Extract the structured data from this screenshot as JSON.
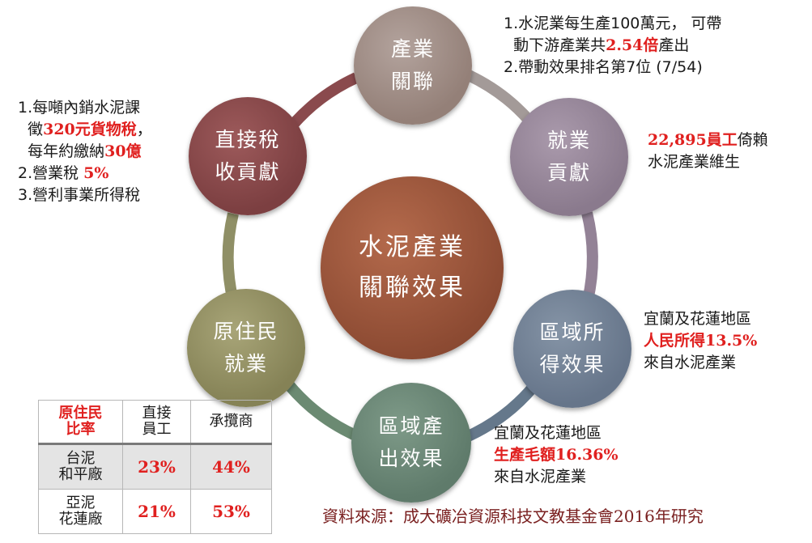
{
  "center": {
    "line1": "水泥產業",
    "line2": "關聯效果"
  },
  "nodes": {
    "assoc": {
      "line1": "產業",
      "line2": "關聯",
      "color": "#948078"
    },
    "job": {
      "line1": "就業",
      "line2": "貢獻",
      "color": "#8a7a8d"
    },
    "reginc": {
      "line1": "區域所",
      "line2": "得效果",
      "color": "#66758a"
    },
    "regout": {
      "line1": "區域產",
      "line2": "出效果",
      "color": "#5f7b6b"
    },
    "indig": {
      "line1": "原住民",
      "line2": "就業",
      "color": "#858256"
    },
    "tax": {
      "line1": "直接稅",
      "line2": "收貢獻",
      "color": "#7c3f41"
    }
  },
  "notes": {
    "assoc": {
      "l1": "1.水泥業每生產100萬元， 可帶",
      "l2a": "  動下游產業共",
      "l2b": "2.54倍",
      "l2c": "產出",
      "l3": "2.帶動效果排名第7位 (7/54)"
    },
    "job": {
      "l1a": "22,895員工",
      "l1b": "倚賴",
      "l2": "水泥產業維生"
    },
    "reginc": {
      "l1": "宜蘭及花蓮地區",
      "l2": "人民所得13.5%",
      "l3": "來自水泥產業"
    },
    "regout": {
      "l1": "宜蘭及花蓮地區",
      "l2": "生產毛額16.36%",
      "l3": "來自水泥產業"
    },
    "tax": {
      "l1": "1.每噸內銷水泥課",
      "l2a": "  徵",
      "l2b": "320元貨物稅",
      "l2c": "，",
      "l3a": "  每年約繳納",
      "l3b": "30億",
      "l4a": "2.營業稅 ",
      "l4b": "5%",
      "l5": "3.營利事業所得稅"
    }
  },
  "table": {
    "header": {
      "c0a": "原住民",
      "c0b": "比率",
      "c1a": "直接",
      "c1b": "員工",
      "c2": "承攬商"
    },
    "rows": [
      {
        "a": "台泥",
        "b": "和平廠",
        "direct": "23%",
        "contractor": "44%"
      },
      {
        "a": "亞泥",
        "b": "花蓮廠",
        "direct": "21%",
        "contractor": "53%"
      }
    ]
  },
  "source": "資料來源：成大礦冶資源科技文教基金會2016年研究",
  "colors": {
    "highlight": "#e0201f",
    "source_text": "#7a2020",
    "center": "#8d4b33"
  }
}
